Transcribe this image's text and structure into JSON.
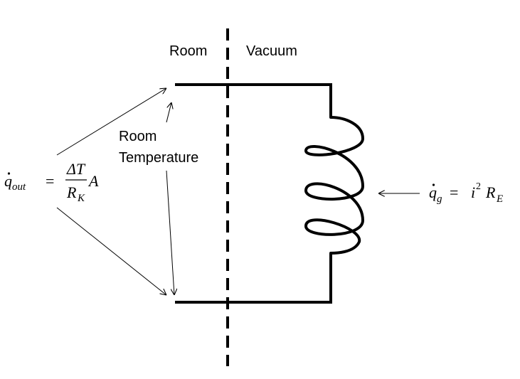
{
  "labels": {
    "room": "Room",
    "vacuum": "Vacuum",
    "room_temperature_line1": "Room",
    "room_temperature_line2": "Temperature"
  },
  "equations": {
    "heat_out": {
      "lhs_base": "q",
      "lhs_sub": "out",
      "equals": "=",
      "numerator": "ΔT",
      "denominator_base": "R",
      "denominator_sub": "K",
      "factor": "A"
    },
    "heat_generated": {
      "lhs_base": "q",
      "lhs_sub": "g",
      "equals": "=",
      "i": "i",
      "exponent": "2",
      "r_base": "R",
      "r_sub": "E"
    }
  },
  "colors": {
    "stroke": "#000000",
    "background": "#ffffff"
  }
}
